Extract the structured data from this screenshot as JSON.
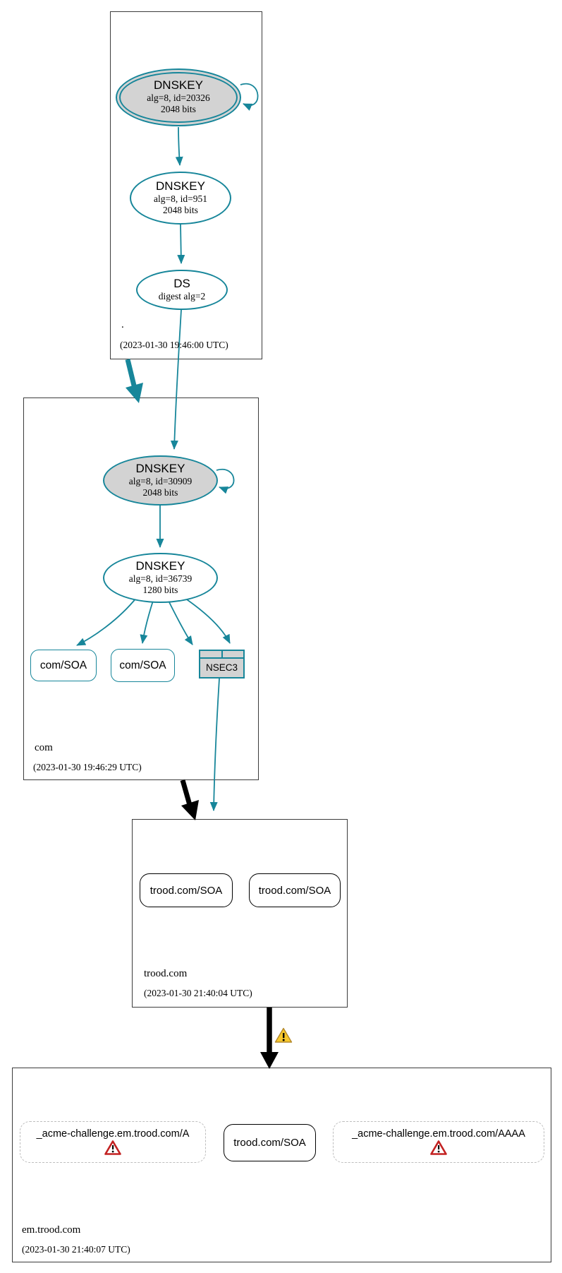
{
  "colors": {
    "secure_teal": "#17869a",
    "insecure_black": "#000000",
    "node_gray_fill": "#d3d3d3",
    "dashed_border_gray": "#bdbdbd",
    "warning_yellow": "#f8c82c",
    "error_red": "#c32222"
  },
  "zones": {
    "root": {
      "name": ".",
      "timestamp": "(2023-01-30 19:46:00 UTC)",
      "ksk": {
        "type": "DNSKEY",
        "detail1": "alg=8, id=20326",
        "detail2": "2048 bits"
      },
      "zsk": {
        "type": "DNSKEY",
        "detail1": "alg=8, id=951",
        "detail2": "2048 bits"
      },
      "ds": {
        "type": "DS",
        "detail1": "digest alg=2"
      }
    },
    "com": {
      "name": "com",
      "timestamp": "(2023-01-30 19:46:29 UTC)",
      "ksk": {
        "type": "DNSKEY",
        "detail1": "alg=8, id=30909",
        "detail2": "2048 bits"
      },
      "zsk": {
        "type": "DNSKEY",
        "detail1": "alg=8, id=36739",
        "detail2": "1280 bits"
      },
      "soa1": "com/SOA",
      "soa2": "com/SOA",
      "nsec3": "NSEC3"
    },
    "trood_com": {
      "name": "trood.com",
      "timestamp": "(2023-01-30 21:40:04 UTC)",
      "soa1": "trood.com/SOA",
      "soa2": "trood.com/SOA"
    },
    "em_trood_com": {
      "name": "em.trood.com",
      "timestamp": "(2023-01-30 21:40:07 UTC)",
      "a_record": "_acme-challenge.em.trood.com/A",
      "soa": "trood.com/SOA",
      "aaaa_record": "_acme-challenge.em.trood.com/AAAA"
    }
  }
}
